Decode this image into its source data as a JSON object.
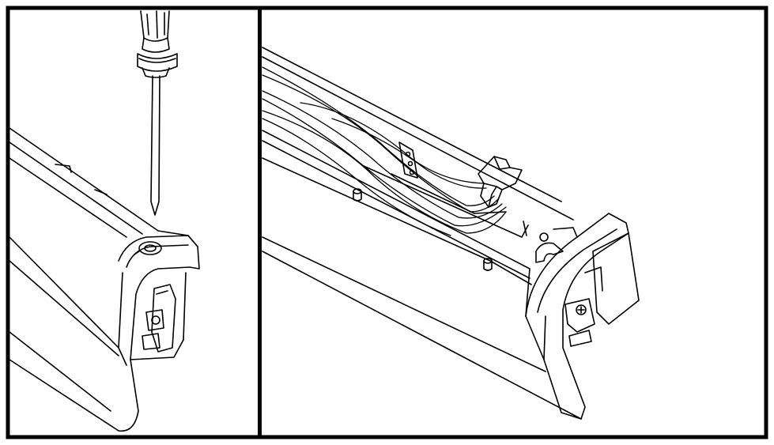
{
  "figure": {
    "panels": [
      {
        "id": "step-remove-screw",
        "content": "line-art",
        "icon": "screwdriver-icon"
      },
      {
        "id": "step-open-housing",
        "content": "line-art",
        "icon": "wire-connector-icon"
      }
    ],
    "colors": {
      "ink": "#000000",
      "paper": "#ffffff"
    }
  }
}
